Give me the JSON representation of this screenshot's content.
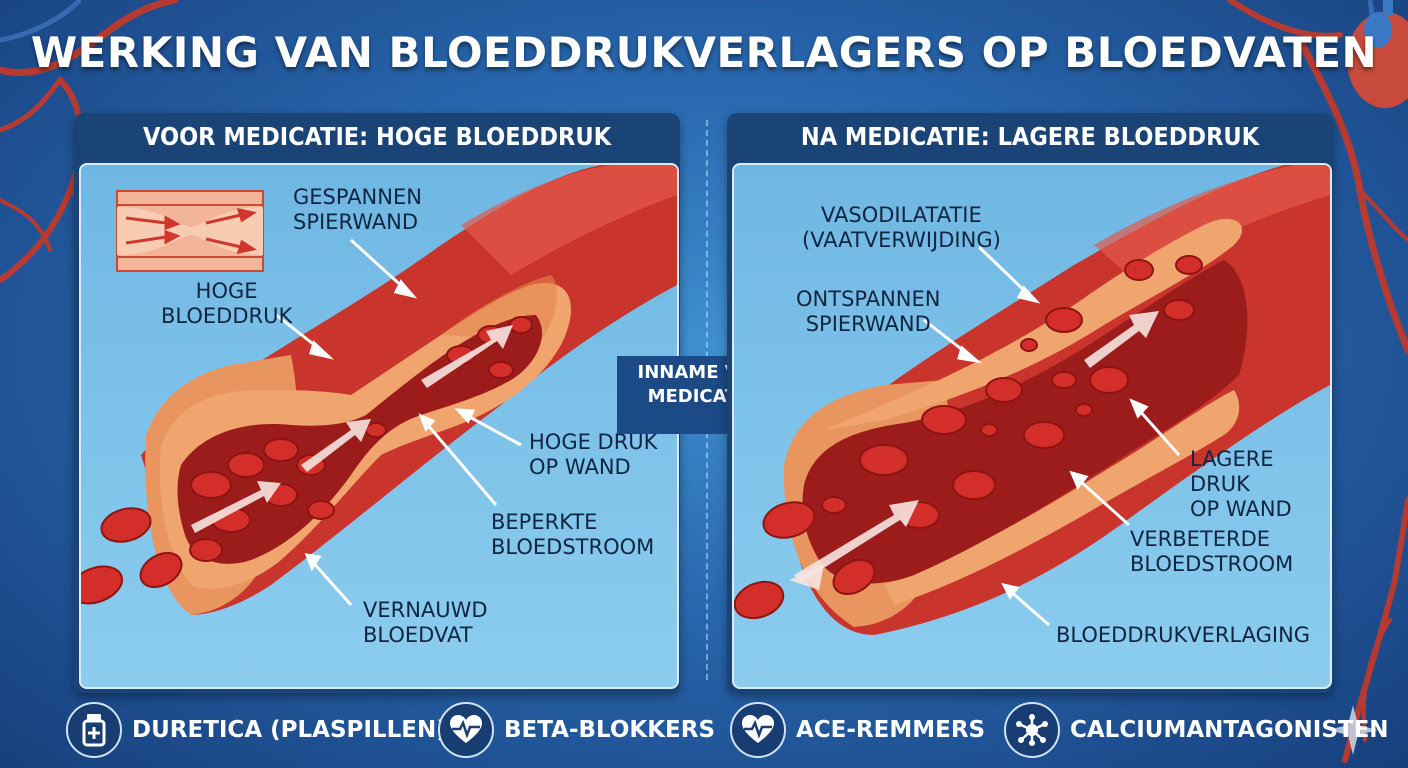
{
  "title": "WERKING VAN BLOEDDRUKVERLAGERS OP BLOEDVATEN",
  "panels": {
    "before": {
      "header": "VOOR MEDICATIE: HOGE BLOEDDRUK",
      "labels": {
        "muscle_wall": "GESPANNEN\nSPIERWAND",
        "high_pressure": "HOGE\nBLOEDDRUK",
        "wall_pressure": "HOGE DRUK\nOP WAND",
        "flow": "BEPERKTE\nBLOEDSTROOM",
        "narrowed": "VERNAUWD\nBLOEDVAT"
      }
    },
    "after": {
      "header": "NA MEDICATIE: LAGERE BLOEDDRUK",
      "labels": {
        "vasodilation": "VASODILATATIE\n(VAATVERWIJDING)",
        "relaxed_wall": "ONTSPANNEN\nSPIERWAND",
        "wall_pressure": "LAGERE DRUK\nOP WAND",
        "flow": "VERBETERDE\nBLOEDSTROOM",
        "reduction": "BLOEDDRUKVERLAGING"
      }
    }
  },
  "center_arrow": "INNAME VAN\nMEDICATIE",
  "legend": [
    {
      "label": "DURETICA (PLASPILLEN)",
      "icon": "pill-bottle-icon"
    },
    {
      "label": "BETA-BLOKKERS",
      "icon": "heart-pulse-icon"
    },
    {
      "label": "ACE-REMMERS",
      "icon": "heart-pulse-icon"
    },
    {
      "label": "CALCIUMANTAGONISTEN",
      "icon": "molecule-icon"
    }
  ],
  "colors": {
    "background": "#2866ad",
    "panel_header": "#1b4476",
    "panel_body": "#7cc1e8",
    "vessel_red": "#c8322a",
    "vessel_wall": "#e98a58",
    "blood_cell": "#d42e2a",
    "label_text": "#102542"
  }
}
